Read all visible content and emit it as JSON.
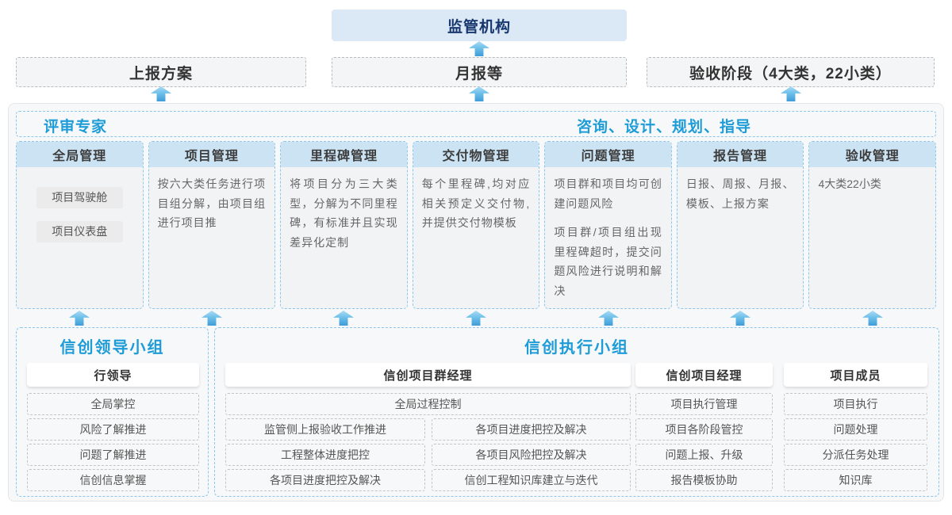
{
  "top": {
    "regulator": "监管机构",
    "flow_boxes": [
      "上报方案",
      "月报等",
      "验收阶段（4大类，22小类）"
    ]
  },
  "middle": {
    "left_title": "评审专家",
    "right_title": "咨询、设计、规划、指导",
    "columns": [
      {
        "title": "全局管理",
        "tags": [
          "项目驾驶舱",
          "项目仪表盘"
        ],
        "paragraphs": []
      },
      {
        "title": "项目管理",
        "tags": [],
        "paragraphs": [
          "按六大类任务进行项目组分解，由项目组进行项目推"
        ]
      },
      {
        "title": "里程碑管理",
        "tags": [],
        "paragraphs": [
          "将项目分为三大类型，分解为不同里程碑，有标准并且实现差异化定制"
        ]
      },
      {
        "title": "交付物管理",
        "tags": [],
        "paragraphs": [
          "每个里程碑,均对应相关预定义交付物,并提供交付物模板"
        ]
      },
      {
        "title": "问题管理",
        "tags": [],
        "paragraphs": [
          "项目群和项目均可创建问题风险",
          "项目群/项目组出现里程碑超时，提交问题风险进行说明和解决"
        ]
      },
      {
        "title": "报告管理",
        "tags": [],
        "paragraphs": [
          "日报、周报、月报、模板、上报方案"
        ]
      },
      {
        "title": "验收管理",
        "tags": [],
        "paragraphs": [
          "4大类22小类"
        ]
      }
    ]
  },
  "bottom": {
    "leader": {
      "title": "信创领导小组",
      "role": "行领导",
      "items": [
        "全局掌控",
        "风险了解推进",
        "问题了解推进",
        "信创信息掌握"
      ]
    },
    "exec": {
      "title": "信创执行小组",
      "group_manager": {
        "role": "信创项目群经理",
        "full_item": "全局过程控制",
        "left_items": [
          "监管侧上报验收工作推进",
          "工程整体进度把控",
          "各项目进度把控及解决"
        ],
        "right_items": [
          "各项目进度把控及解决",
          "各项目风险把控及解决",
          "信创工程知识库建立与迭代"
        ]
      },
      "project_manager": {
        "role": "信创项目经理",
        "items": [
          "项目执行管理",
          "项目各阶段管控",
          "问题上报、升级",
          "报告模板协助"
        ]
      },
      "member": {
        "role": "项目成员",
        "items": [
          "项目执行",
          "问题处理",
          "分派任务处理",
          "知识库"
        ]
      }
    }
  },
  "colors": {
    "accent_blue": "#1e9cd7",
    "navy_title": "#17376e",
    "regulator_bg": "#dbe8f6",
    "column_header_bg": "#cbe3f3",
    "dashed_blue_border": "#8ec6e9",
    "arrow_blue": "#3f9cd7",
    "container_bg": "#f7f8f9"
  }
}
